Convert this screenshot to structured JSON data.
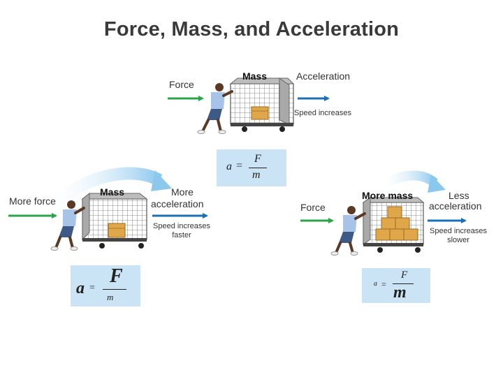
{
  "title": "Force, Mass, and Acceleration",
  "panels": {
    "top": {
      "force": "Force",
      "mass": "Mass",
      "acceleration": "Acceleration",
      "speed": "Speed increases",
      "formula": {
        "a": "a",
        "eq": "=",
        "num": "F",
        "den": "m"
      }
    },
    "left": {
      "force": "More force",
      "mass": "Mass",
      "acceleration_line1": "More",
      "acceleration_line2": "acceleration",
      "speed_line1": "Speed increases",
      "speed_line2": "faster",
      "formula": {
        "a": "a",
        "eq": "=",
        "num": "F",
        "den": "m"
      }
    },
    "right": {
      "force": "Force",
      "mass": "More mass",
      "acceleration_line1": "Less",
      "acceleration_line2": "acceleration",
      "speed_line1": "Speed increases",
      "speed_line2": "slower",
      "formula": {
        "a": "a",
        "eq": "=",
        "num": "F",
        "den": "m"
      }
    }
  },
  "colors": {
    "force_arrow": "#2aa54a",
    "acceleration_arrow": "#1b6fb5",
    "curved_arrow": "#8cc8ee",
    "formula_box": "#cbe4f5"
  }
}
